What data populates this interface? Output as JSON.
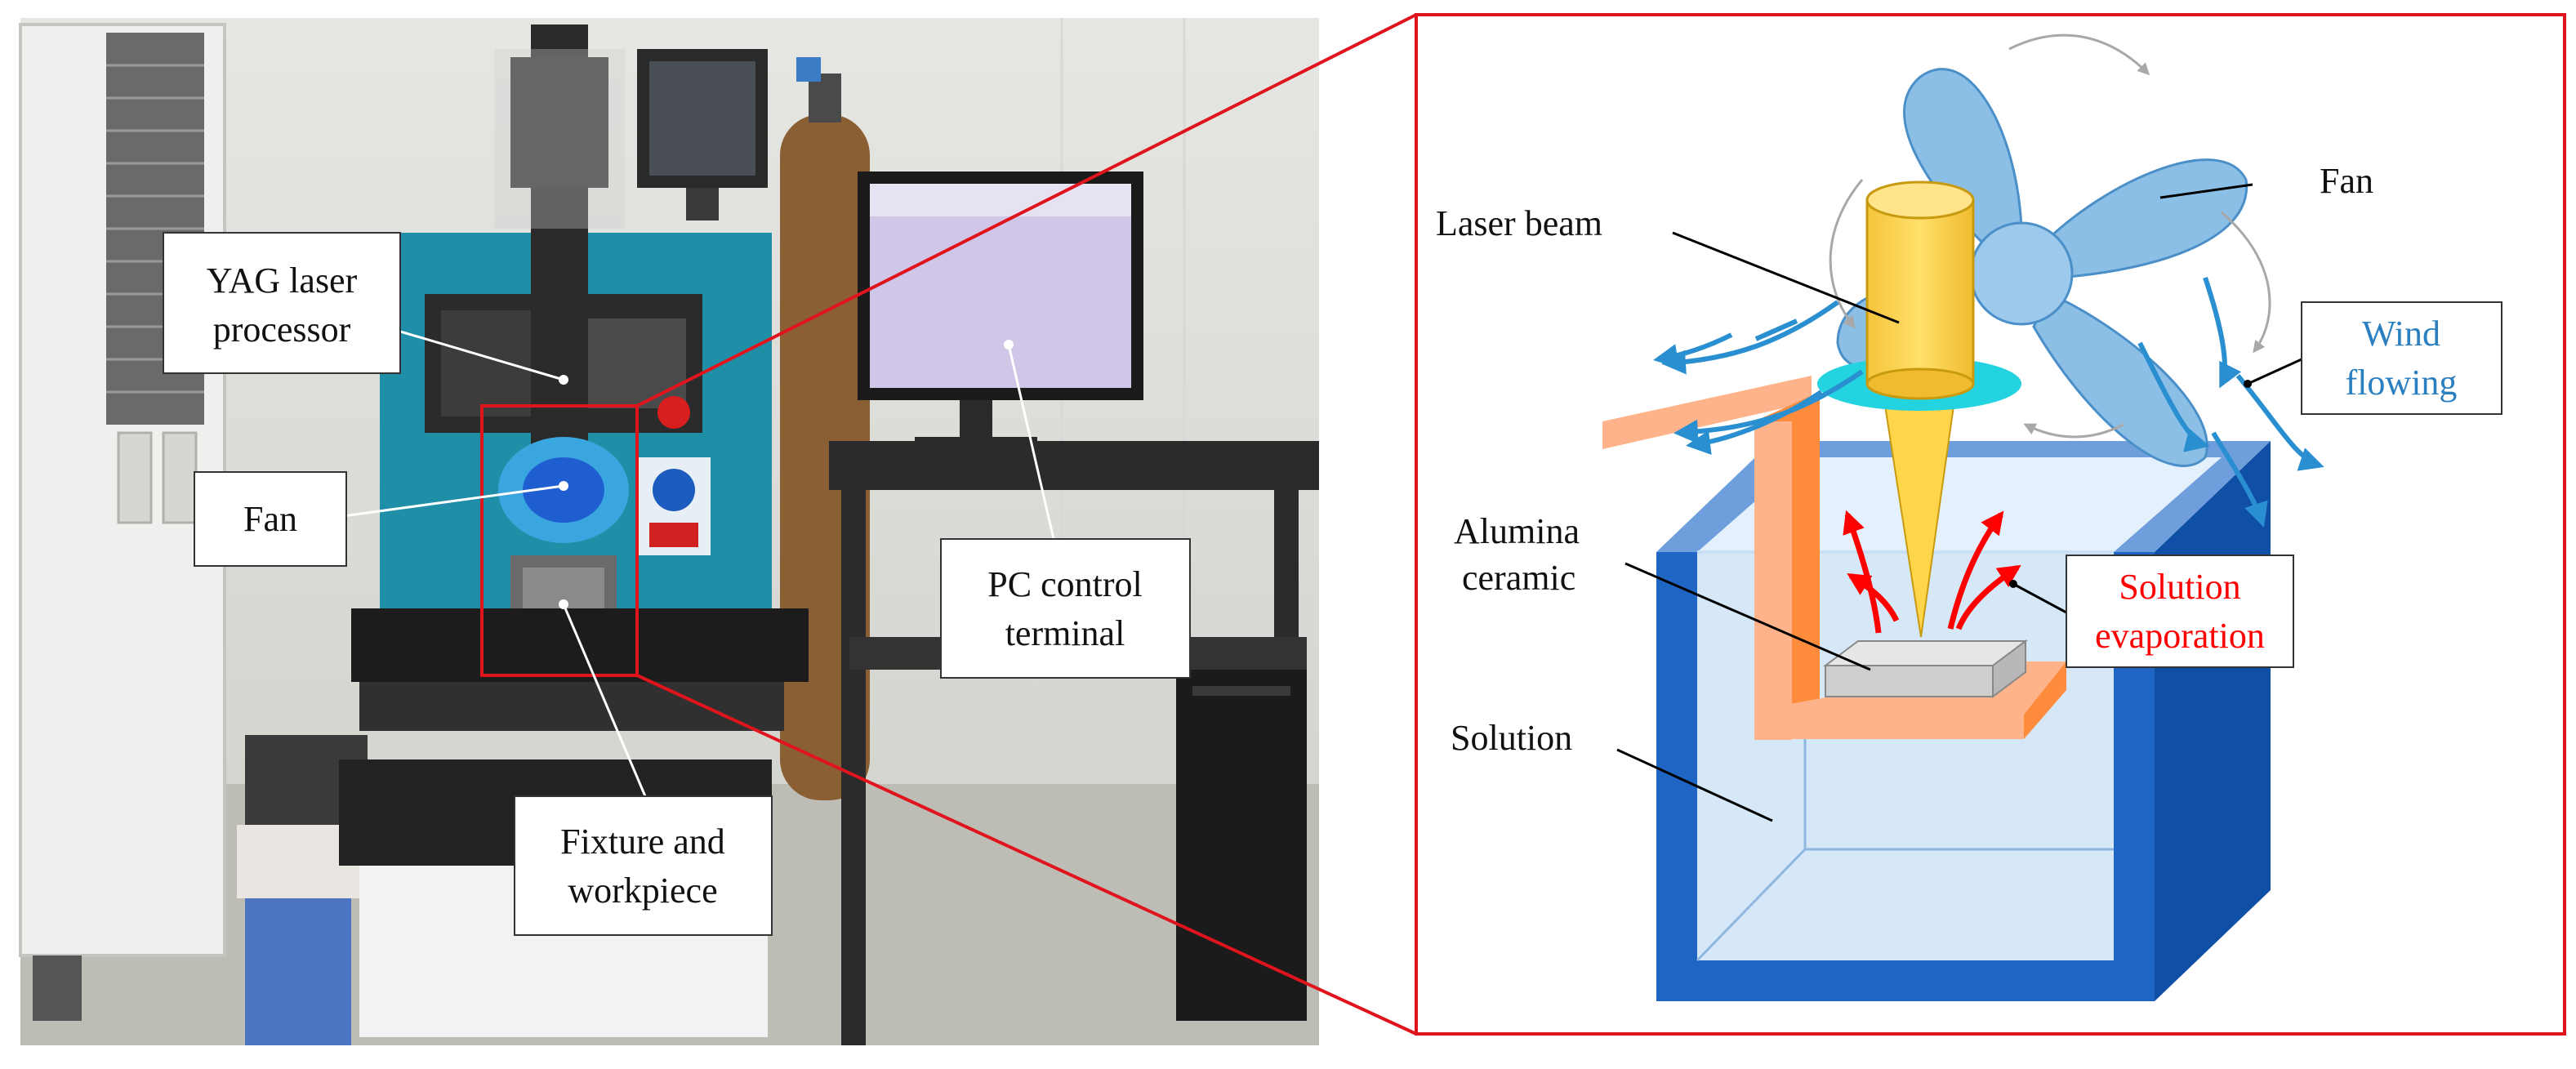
{
  "photo_labels": {
    "yag": [
      "YAG laser",
      "processor"
    ],
    "fan": "Fan",
    "pc": [
      "PC control",
      "terminal"
    ],
    "fixture": [
      "Fixture and",
      "workpiece"
    ]
  },
  "schematic_labels": {
    "laser_beam": "Laser beam",
    "fan": "Fan",
    "wind": [
      "Wind",
      "flowing"
    ],
    "alumina": [
      "Alumina",
      "ceramic"
    ],
    "evaporation": [
      "Solution",
      "evaporation"
    ],
    "solution": "Solution"
  },
  "colors": {
    "highlight_red": "#e0141c",
    "wind_blue": "#2a8fd0",
    "wind_text": "#2a7fc0",
    "evaporation_red": "#ff0000",
    "laser_yellow": "#ffd54a",
    "fan_blue": "#8cbfe6",
    "tank_blue": "#1f66c4",
    "fixture_orange": "#ffb38a"
  }
}
